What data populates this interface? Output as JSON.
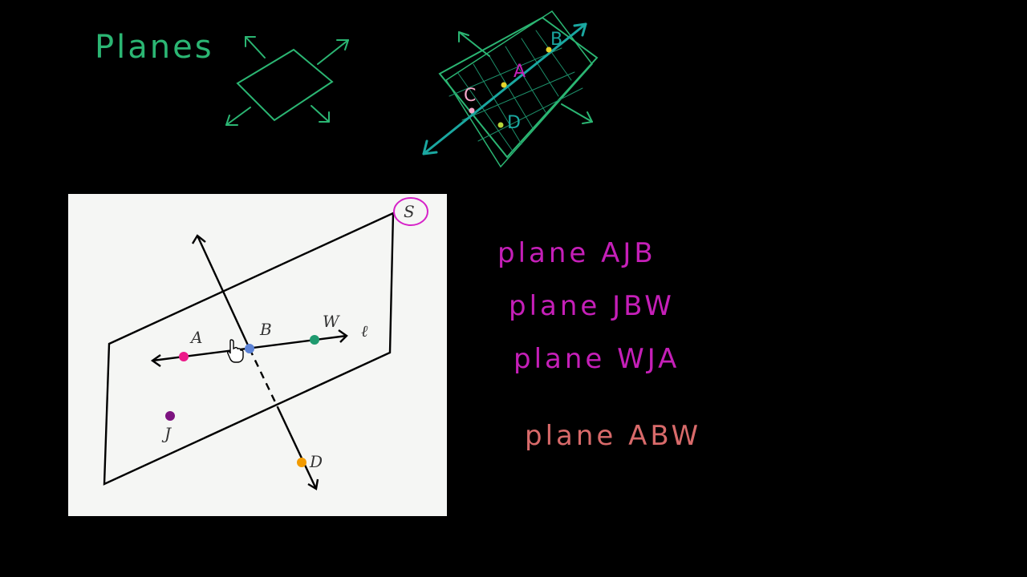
{
  "title": "Planes",
  "colors": {
    "background": "#000000",
    "green": "#2bb673",
    "teal": "#1aa7a0",
    "magenta": "#c51fb8",
    "salmon": "#d86a6a",
    "panel": "#f5f6f4",
    "pointA": "#ec1a8a",
    "pointB": "#5b82d6",
    "pointW": "#1f9a6f",
    "pointJ": "#7d1380",
    "pointD": "#f29b00"
  },
  "sketch_labels": {
    "C": "C",
    "A": "A",
    "B": "B",
    "D": "D"
  },
  "diagram": {
    "plane_label": "S",
    "line_label": "ℓ",
    "points": {
      "A": "A",
      "B": "B",
      "W": "W",
      "J": "J",
      "D": "D"
    }
  },
  "notes": [
    {
      "text": "plane AJB"
    },
    {
      "text": "plane JBW"
    },
    {
      "text": "plane WJA"
    },
    {
      "text": "plane ABW"
    }
  ],
  "icons": {
    "cursor": "hand-pointer-icon"
  }
}
